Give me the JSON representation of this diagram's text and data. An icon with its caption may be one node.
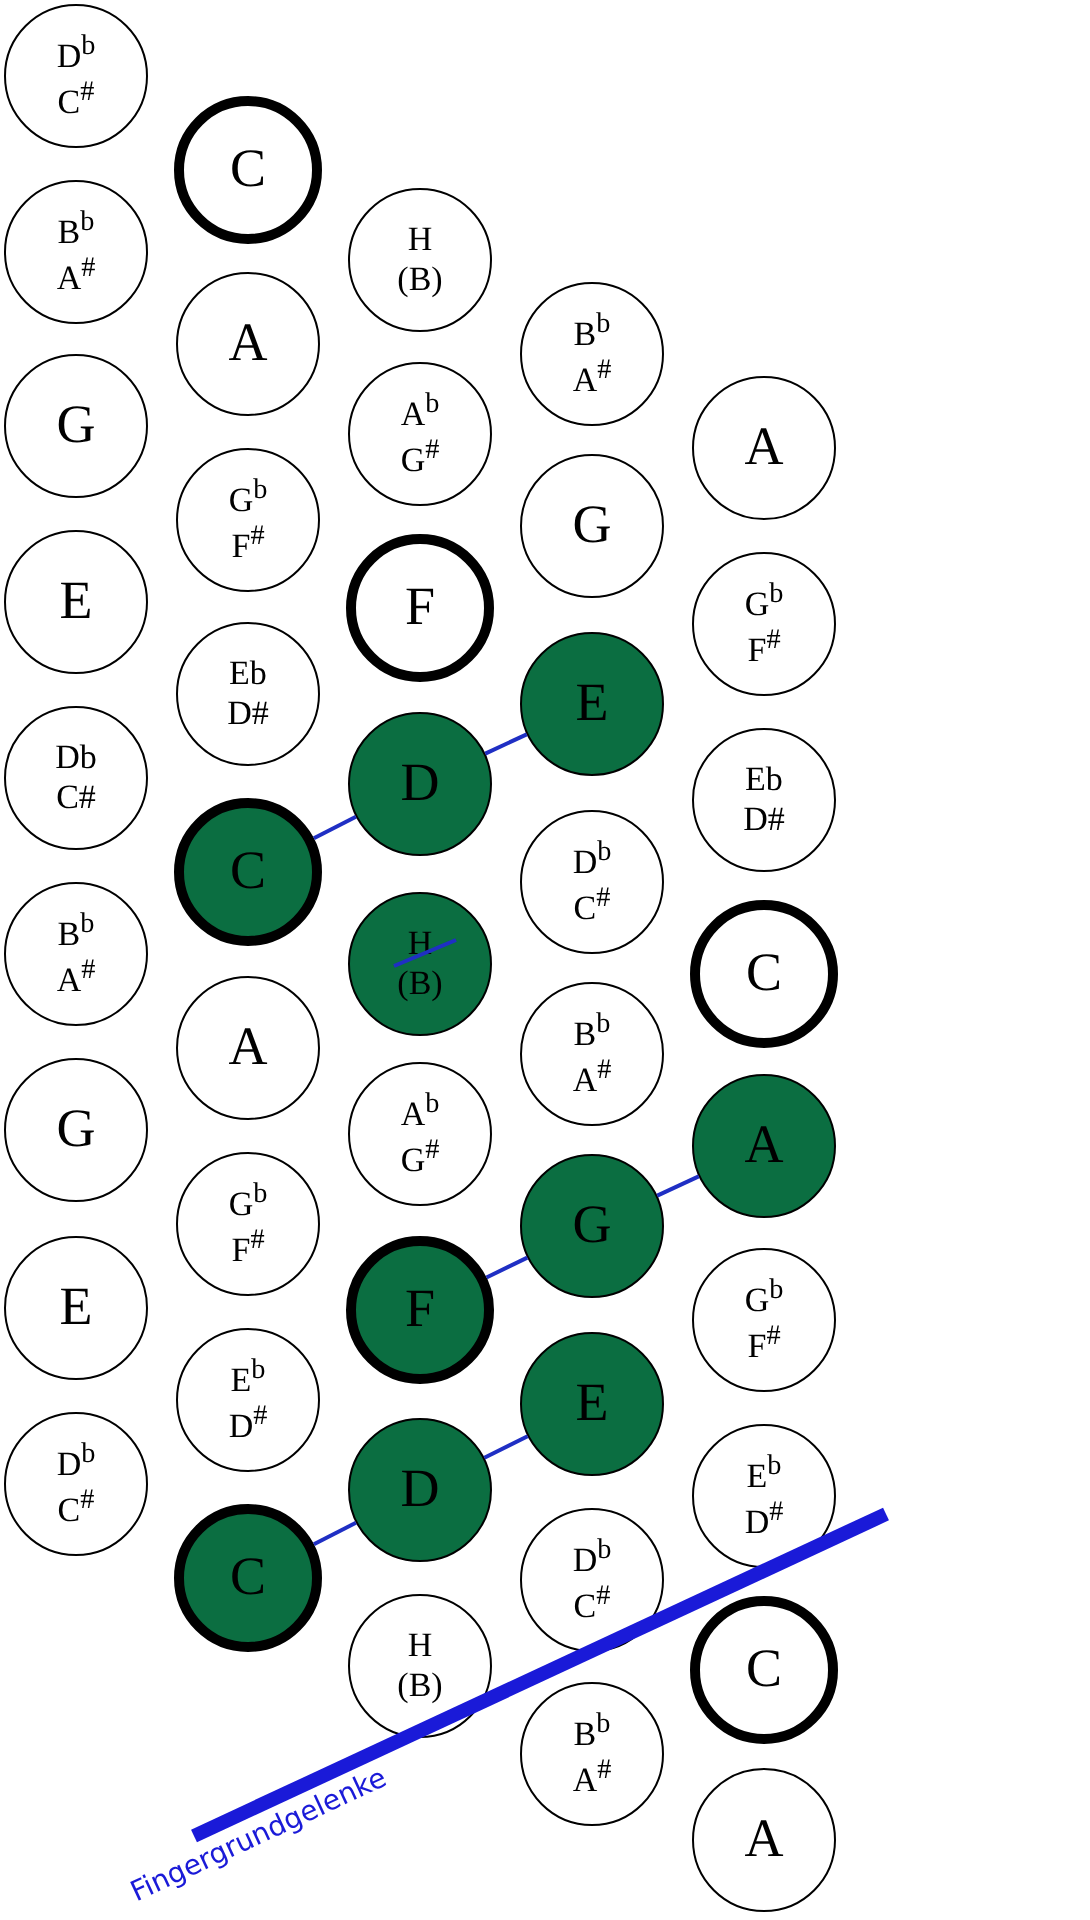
{
  "diagram": {
    "nodes": [
      {
        "text": [
          "D$^{b}$ C$^{#}$"
        ]
      },
      {
        "text": [
          "B$^{b}$ A$^{#}$"
        ]
      },
      {
        "text": [
          "G"
        ]
      },
      {
        "text": [
          "E"
        ]
      },
      {
        "text": [
          "Db C#"
        ]
      },
      {
        "text": [
          "B$^{b}$ A$^{#}$"
        ]
      },
      {
        "text": [
          "G"
        ]
      },
      {
        "text": [
          "E"
        ]
      },
      {
        "text": [
          "D$^{b}$ C$^{#}$"
        ]
      },
      {
        "text": [
          "C"
        ]
      },
      {
        "text": [
          "A"
        ]
      },
      {
        "text": [
          "G$^{b}$ F$^{#}$"
        ]
      },
      {
        "text": [
          "Eb D#"
        ]
      },
      {
        "text": [
          "C"
        ]
      },
      {
        "text": [
          "A"
        ]
      },
      {
        "text": [
          "G$^{b}$ F$^{#}$"
        ]
      },
      {
        "text": [
          "E$^{b}$ D$^{#}$"
        ]
      },
      {
        "text": [
          "C"
        ]
      },
      {
        "text": [
          "H (B)"
        ]
      },
      {
        "text": [
          "A$^{b}$ G$^{#}$"
        ]
      },
      {
        "text": [
          "F"
        ]
      },
      {
        "text": [
          "D"
        ]
      },
      {
        "text": [
          "H (B)"
        ]
      },
      {
        "text": [
          "A$^{b}$ G$^{#}$"
        ]
      },
      {
        "text": [
          "F"
        ]
      },
      {
        "text": [
          "D"
        ]
      },
      {
        "text": [
          "H (B)"
        ]
      },
      {
        "text": [
          "B$^{b}$ A$^{#}$"
        ]
      },
      {
        "text": [
          "G"
        ]
      },
      {
        "text": [
          "E"
        ]
      },
      {
        "text": [
          "D$^{b}$ C$^{#}$"
        ]
      },
      {
        "text": [
          "B$^{b}$ A$^{#}$"
        ]
      },
      {
        "text": [
          "G"
        ]
      },
      {
        "text": [
          "E"
        ]
      },
      {
        "text": [
          "D$^{b}$ C$^{#}$"
        ]
      },
      {
        "text": [
          "B$^{b}$ A$^{#}$"
        ]
      },
      {
        "text": [
          "A"
        ]
      },
      {
        "text": [
          "G$^{b}$ F$^{#}$"
        ]
      },
      {
        "text": [
          "Eb D#"
        ]
      },
      {
        "text": [
          "C"
        ]
      },
      {
        "text": [
          "A"
        ]
      },
      {
        "text": [
          "G$^{b}$ F$^{#}$"
        ]
      },
      {
        "text": [
          "E$^{b}$ D$^{#}$"
        ]
      },
      {
        "text": [
          "C"
        ]
      },
      {
        "text": [
          "A"
        ]
      }
    ],
    "edges": [
      {
        "from": 13,
        "to": 21,
        "arrow": "none",
        "color": "#1f2fc4"
      },
      {
        "from": 21,
        "to": 29,
        "arrow": "none",
        "color": "#1f2fc4"
      },
      {
        "from": 24,
        "to": 32,
        "arrow": "none",
        "color": "#1f2fc4"
      },
      {
        "from": 32,
        "to": 40,
        "arrow": "none",
        "color": "#1f2fc4"
      },
      {
        "from": 17,
        "to": 25,
        "arrow": "none",
        "color": "#1f2fc4"
      },
      {
        "from": 25,
        "to": 33,
        "arrow": "none",
        "color": "#1f2fc4"
      }
    ],
    "labels": [
      "Fingergrundgelenke"
    ]
  }
}
